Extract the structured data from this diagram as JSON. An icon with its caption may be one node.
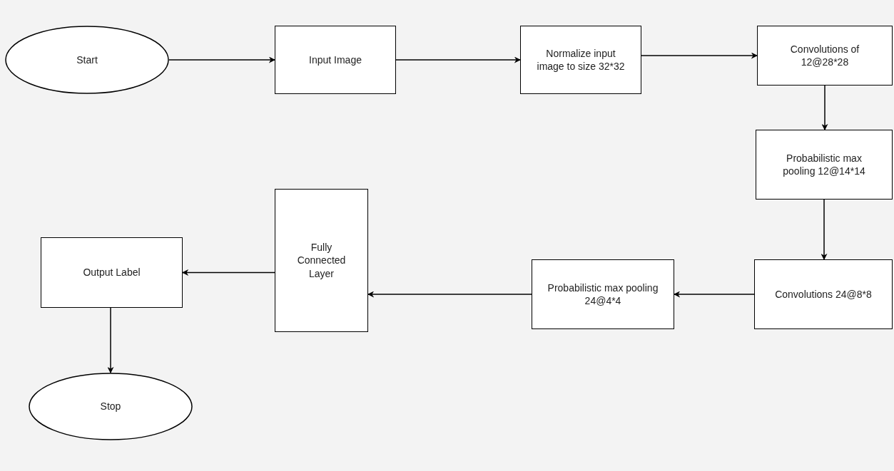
{
  "diagram": {
    "nodes": [
      {
        "text": [
          "Start"
        ]
      },
      {
        "text": [
          "Input Image"
        ]
      },
      {
        "text": [
          "Normalize input image to size 32*32"
        ]
      },
      {
        "text": [
          "Convolutions of 12@28*28"
        ]
      },
      {
        "text": [
          "Probabilistic max pooling 12@14*14"
        ]
      },
      {
        "text": [
          "Convolutions 24@8*8"
        ]
      },
      {
        "text": [
          "Probabilistic max pooling 24@4*4"
        ]
      },
      {
        "text": [
          "Fully Connected Layer"
        ]
      },
      {
        "text": [
          "Output Label"
        ]
      },
      {
        "text": [
          "Stop"
        ]
      }
    ],
    "edges": [
      {
        "from": 0,
        "to": 1,
        "arrow": "to"
      },
      {
        "from": 1,
        "to": 2,
        "arrow": "to"
      },
      {
        "from": 2,
        "to": 3,
        "arrow": "to"
      },
      {
        "from": 3,
        "to": 4,
        "arrow": "to"
      },
      {
        "from": 4,
        "to": 5,
        "arrow": "to"
      },
      {
        "from": 5,
        "to": 6,
        "arrow": "to"
      },
      {
        "from": 6,
        "to": 7,
        "arrow": "to"
      },
      {
        "from": 7,
        "to": 8,
        "arrow": "to"
      },
      {
        "from": 8,
        "to": 9,
        "arrow": "to"
      }
    ]
  }
}
